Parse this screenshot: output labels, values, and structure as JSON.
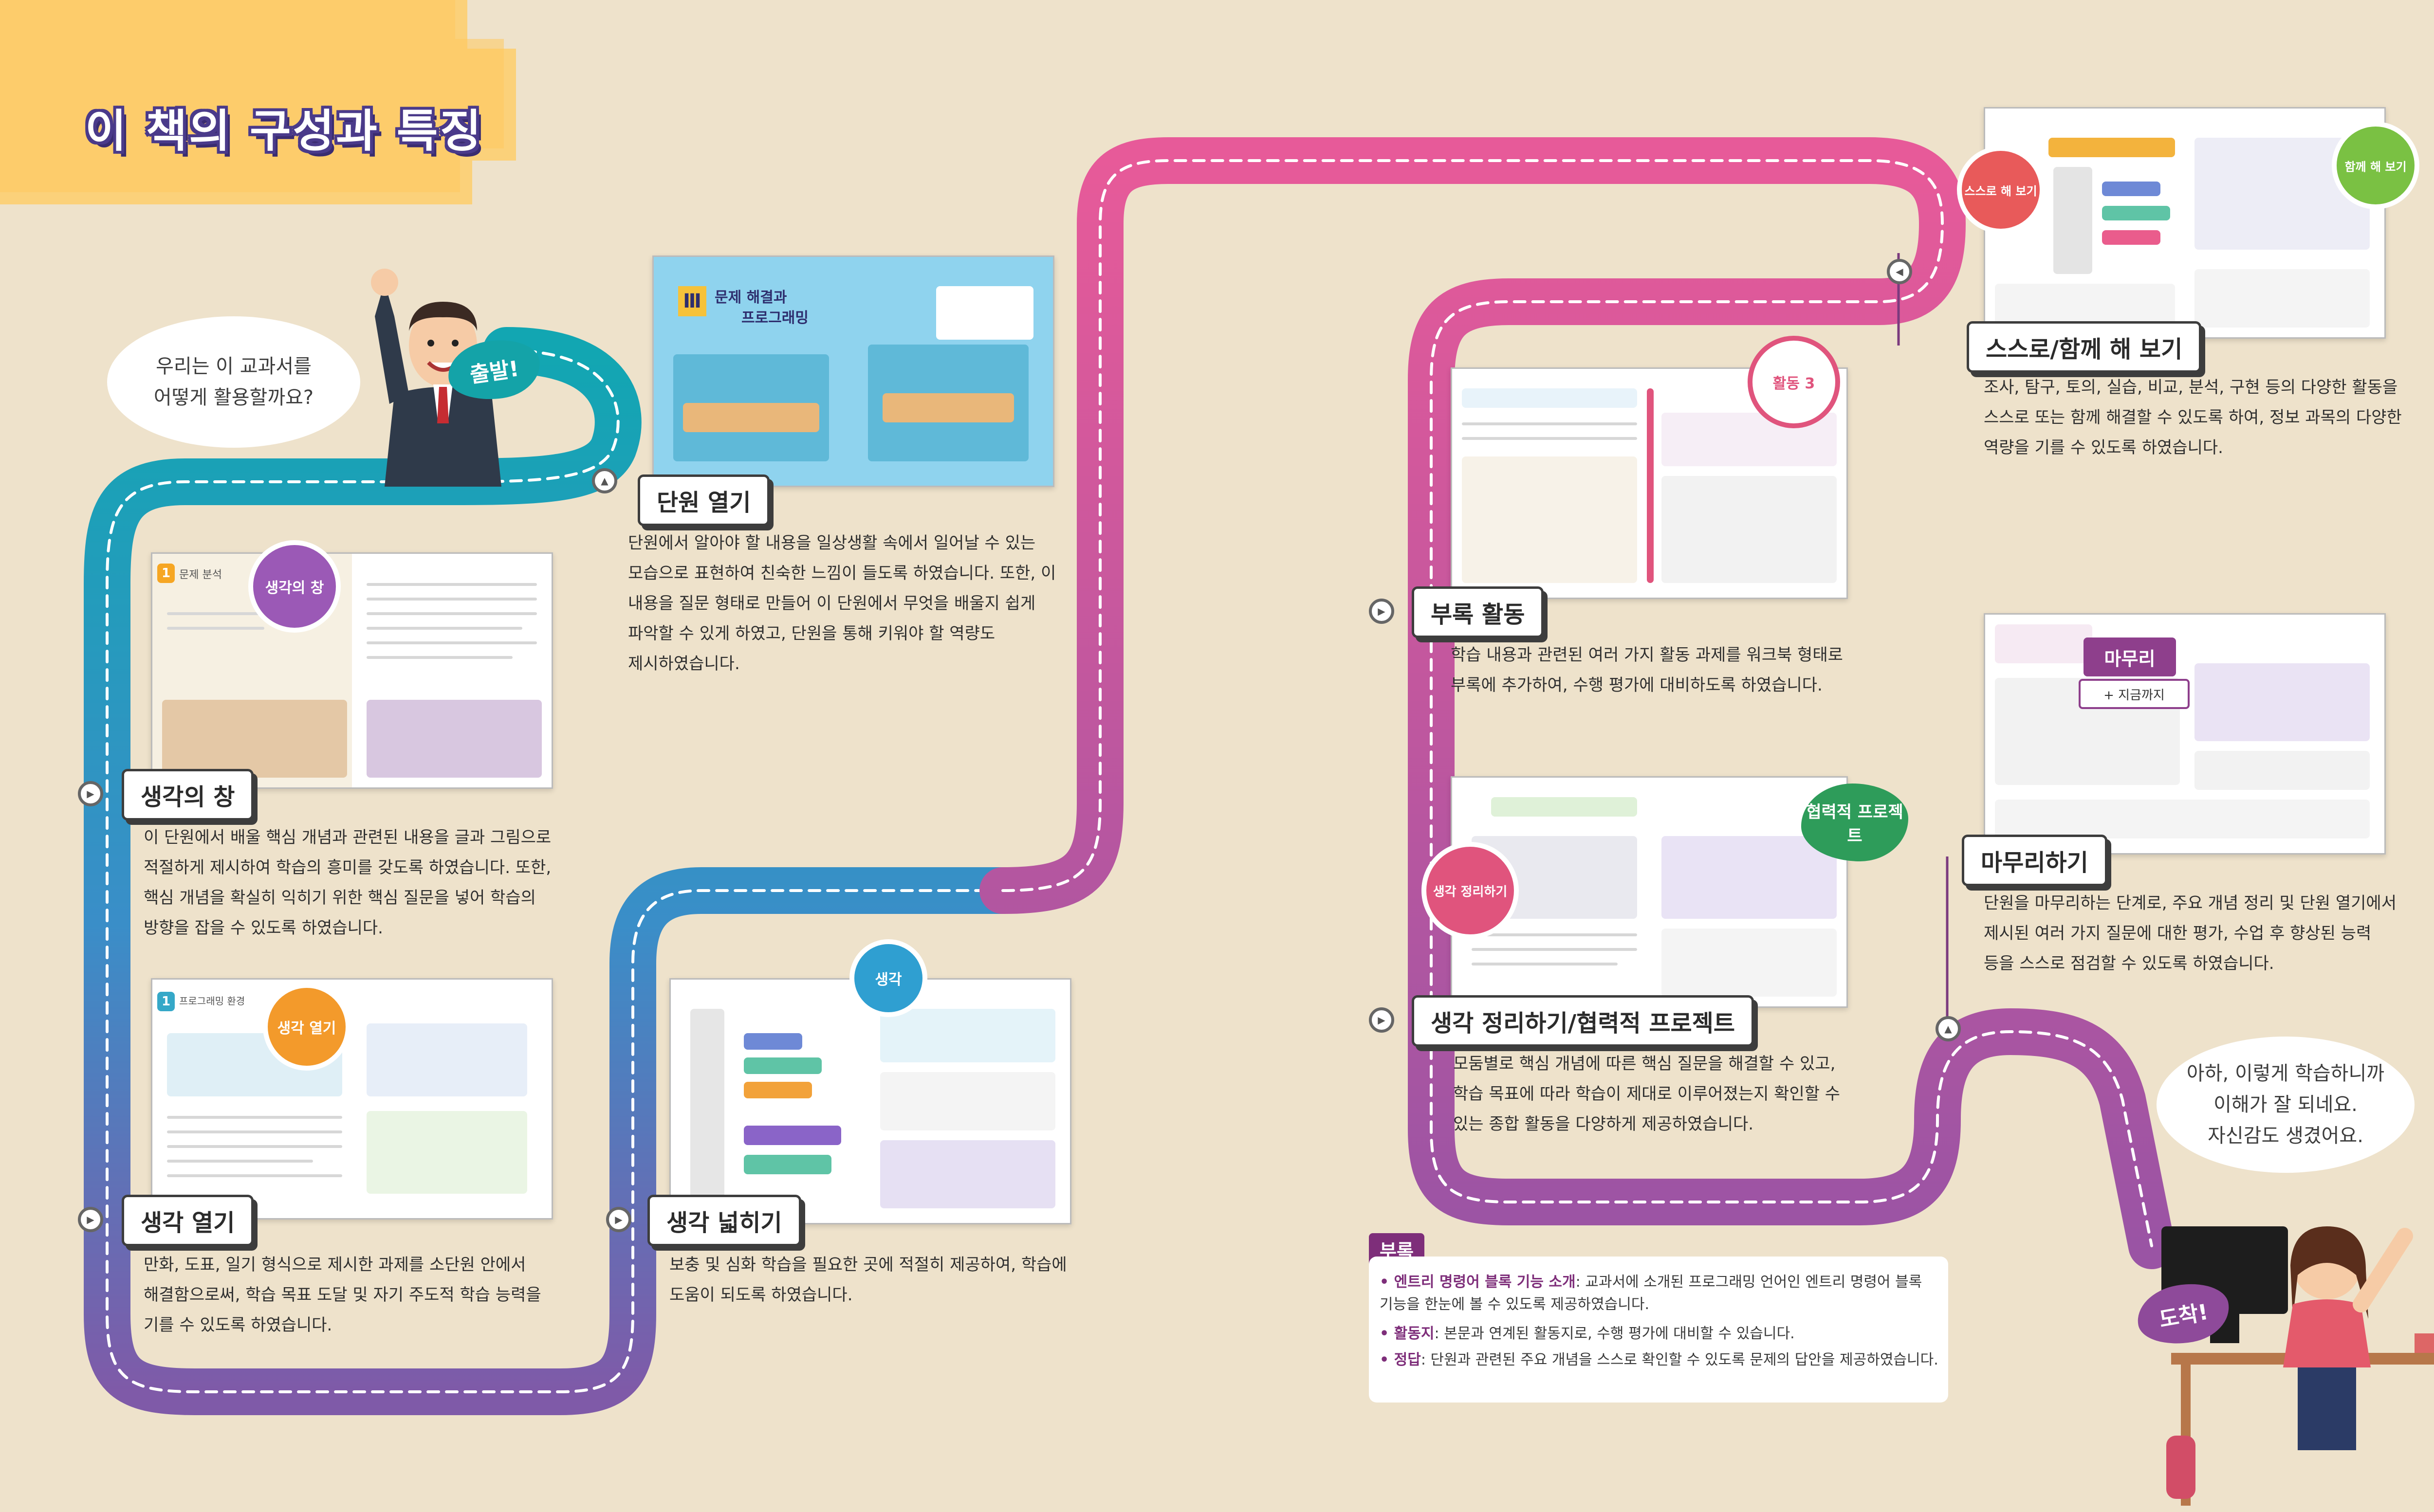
{
  "page_title": "이 책의 구성과 특징",
  "start_bubble": [
    "우리는 이 교과서를",
    "어떻게 활용할까요?"
  ],
  "start_label": "출발!",
  "end_label": "도착!",
  "end_bubble": [
    "아하, 이렇게 학습하니까",
    "이해가 잘 되네요.",
    "자신감도 생겼어요."
  ],
  "sections": [
    {
      "label": "단원 열기",
      "description": "단원에서 알아야 할 내용을 일상생활 속에서 일어날 수 있는 모습으로 표현하여 친숙한 느낌이 들도록 하였습니다. 또한, 이 내용을 질문 형태로 만들어 이 단원에서 무엇을 배울지 쉽게 파악할 수 있게 하였고, 단원을 통해 키워야 할 역량도 제시하였습니다."
    },
    {
      "label": "생각의 창",
      "description": "이 단원에서 배울 핵심 개념과 관련된 내용을 글과 그림으로 적절하게 제시하여 학습의 흥미를 갖도록 하였습니다. 또한, 핵심 개념을 확실히 익히기 위한 핵심 질문을 넣어 학습의 방향을 잡을 수 있도록 하였습니다."
    },
    {
      "label": "생각 열기",
      "description": "만화, 도표, 일기 형식으로 제시한 과제를 소단원 안에서 해결함으로써, 학습 목표 도달 및 자기 주도적 학습 능력을 기를 수 있도록 하였습니다."
    },
    {
      "label": "생각 넓히기",
      "description": "보충 및 심화 학습을 필요한 곳에 적절히 제공하여, 학습에 도움이 되도록 하였습니다."
    },
    {
      "label": "부록 활동",
      "description": "학습 내용과 관련된 여러 가지 활동 과제를 워크북 형태로 부록에 추가하여, 수행 평가에 대비하도록 하였습니다."
    },
    {
      "label": "생각 정리하기/협력적 프로젝트",
      "description": "모둠별로 핵심 개념에 따른 핵심 질문을 해결할 수 있고, 학습 목표에 따라 학습이 제대로 이루어졌는지 확인할 수 있는 종합 활동을 다양하게 제공하였습니다."
    },
    {
      "label": "스스로/함께 해 보기",
      "description": "조사, 탐구, 토의, 실습, 비교, 분석, 구현 등의 다양한 활동을 스스로 또는 함께 해결할 수 있도록 하여, 정보 과목의 다양한 역량을 기를 수 있도록 하였습니다."
    },
    {
      "label": "마무리하기",
      "description": "단원을 마무리하는 단계로, 주요 개념 정리 및 단원 열기에서 제시된 여러 가지 질문에 대한 평가, 수업 후 향상된 능력 등을 스스로 점검할 수 있도록 하였습니다."
    }
  ],
  "thumbnails": {
    "unit_open": {
      "numeral": "Ⅲ",
      "title_1": "문제 해결과",
      "title_2": "프로그래밍"
    },
    "thinking_window": {
      "badge": "생각의 창",
      "number": "1",
      "header": "문제 분석"
    },
    "thinking_open": {
      "badge": "생각 열기",
      "number": "1",
      "header": "프로그래밍 환경"
    },
    "thinking_wide": {
      "badge": "생각"
    },
    "appendix_activity": {
      "badge": "활동",
      "number": "3"
    },
    "summary_project": {
      "badge_1": "생각 정리하기",
      "badge_2": "협력적 프로젝트"
    },
    "self_together": {
      "badge_1": "스스로 해 보기",
      "badge_2": "함께 해 보기"
    },
    "wrap_up": {
      "badge": "마무리",
      "sub": "+ 지금까지"
    }
  },
  "appendix": {
    "tag": "부록",
    "items": [
      {
        "key": "엔트리 명령어 블록 기능 소개",
        "text": ": 교과서에 소개된 프로그래밍 언어인 엔트리 명령어 블록 기능을 한눈에 볼 수 있도록 제공하였습니다."
      },
      {
        "key": "활동지",
        "text": ": 본문과 연계된 활동지로, 수행 평가에 대비할 수 있습니다."
      },
      {
        "key": "정답",
        "text": ": 단원과 관련된 주요 개념을 스스로 확인할 수 있도록 문제의 답안을 제공하였습니다."
      }
    ]
  },
  "colors": {
    "path_teal": "#0fa3b0",
    "path_purple": "#8e4d96",
    "path_pink": "#e35a9c",
    "title_tab": "#fbd17a",
    "background": "#eee2cb"
  }
}
